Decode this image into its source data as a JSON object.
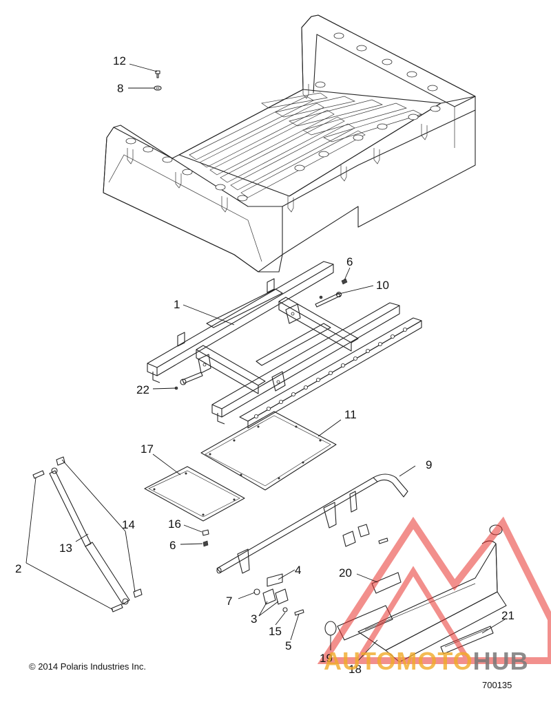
{
  "copyright": "© 2014 Polaris Industries Inc.",
  "diagram_number": "700135",
  "watermark": {
    "part1": "AUTOMOTO",
    "part2": "HUB"
  },
  "colors": {
    "line": "#222222",
    "watermark_red": "#e8342f",
    "watermark_orange": "#f0aa28",
    "watermark_gray": "#787878"
  },
  "callouts": {
    "c1": "1",
    "c2": "2",
    "c3": "3",
    "c4": "4",
    "c5": "5",
    "c6a": "6",
    "c6b": "6",
    "c7": "7",
    "c8": "8",
    "c9": "9",
    "c10": "10",
    "c11": "11",
    "c12": "12",
    "c13": "13",
    "c14": "14",
    "c15": "15",
    "c16": "16",
    "c17": "17",
    "c18": "18",
    "c19": "19",
    "c20": "20",
    "c21": "21",
    "c22": "22"
  }
}
